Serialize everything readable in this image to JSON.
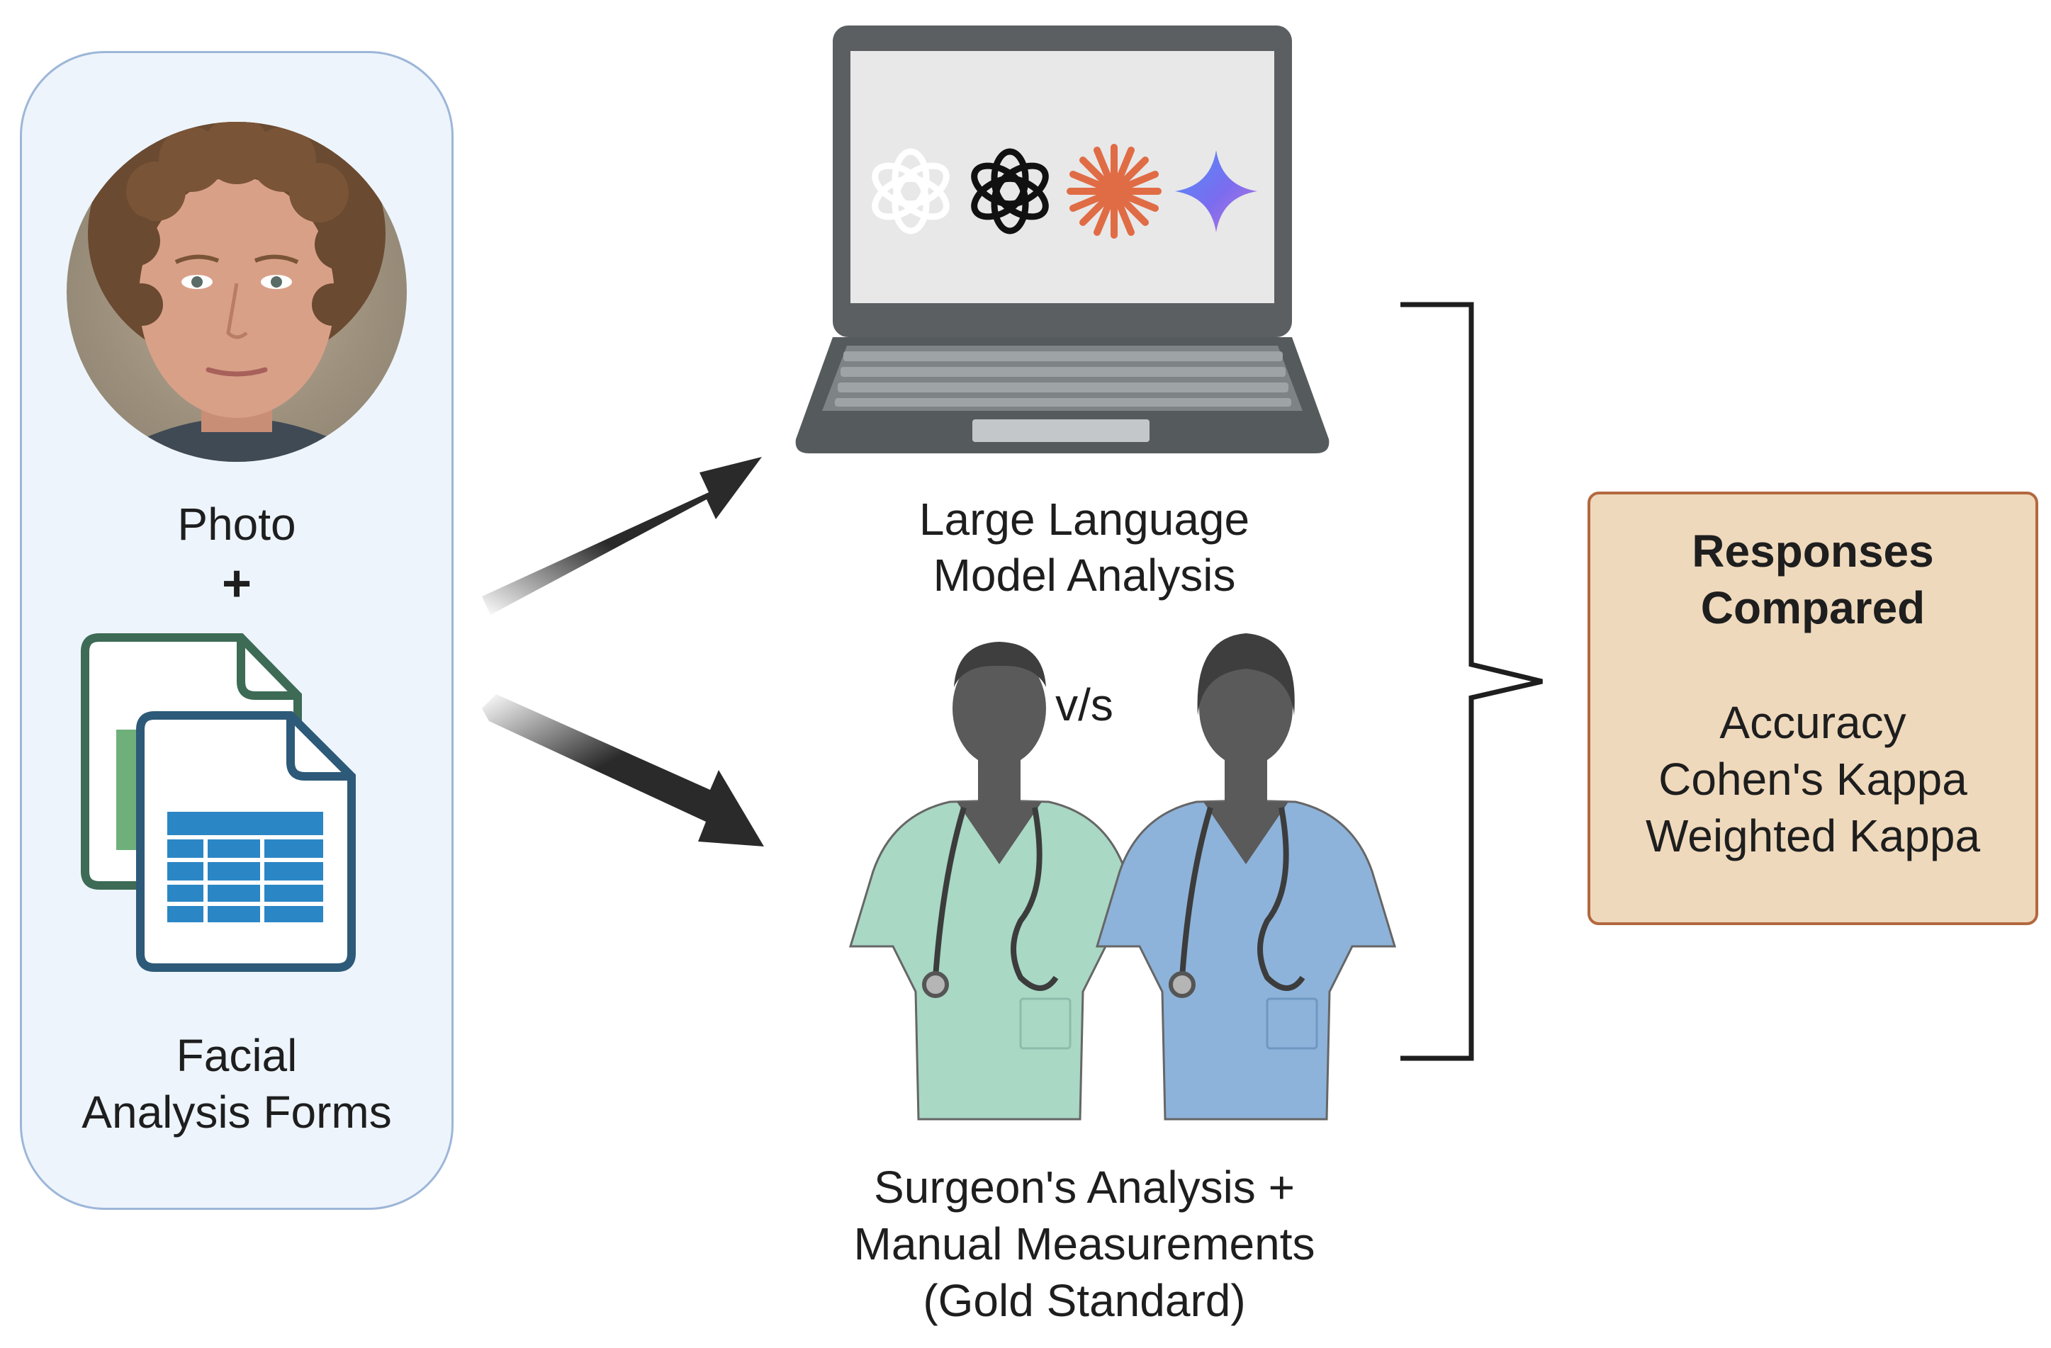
{
  "input": {
    "photo_label": "Photo",
    "plus": "+",
    "forms_label_line1": "Facial",
    "forms_label_line2": "Analysis Forms"
  },
  "llm": {
    "label_line1": "Large Language",
    "label_line2": "Model Analysis",
    "logos": [
      "openai-logo-icon",
      "openai-logo-icon",
      "claude-logo-icon",
      "gemini-logo-icon"
    ]
  },
  "versus": "v/s",
  "surgeons": {
    "label_line1": "Surgeon's Analysis +",
    "label_line2": "Manual Measurements",
    "label_line3": "(Gold Standard)"
  },
  "result": {
    "title_line1": "Responses",
    "title_line2": "Compared",
    "metrics": [
      "Accuracy",
      "Cohen's Kappa",
      "Weighted Kappa"
    ]
  },
  "colors": {
    "panel_bg": "#edf4fc",
    "panel_border": "#9db6d8",
    "result_bg": "#efd9bc",
    "result_border": "#b3683f",
    "scrub_green": "#a9d8c5",
    "scrub_blue": "#8eb3da",
    "sheet_green": "#3d6b55",
    "sheet_blue": "#2b86c5"
  }
}
